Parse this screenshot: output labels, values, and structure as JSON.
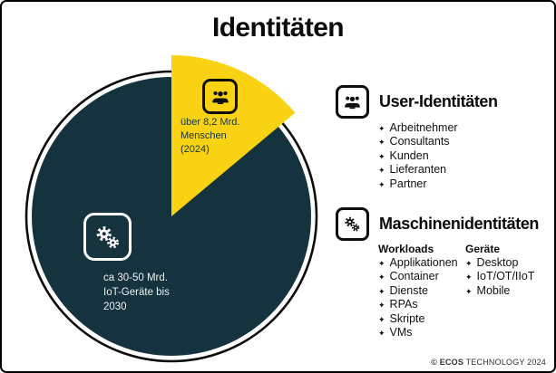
{
  "title": "Identitäten",
  "bullet": "✦",
  "chart_data": {
    "type": "pie",
    "title": "Identitäten",
    "legend_position": "right",
    "slices": [
      {
        "name": "Menschen (User-Identitäten)",
        "callout": "über 8,2 Mrd.\nMenschen\n(2024)",
        "value": 8.2,
        "unit": "Mrd.",
        "color": "#F9D313",
        "angle_deg": 50,
        "icon": "group-icon",
        "exploded": true
      },
      {
        "name": "IoT-Geräte (Maschinenidentitäten)",
        "callout": "ca 30-50 Mrd.\nIoT-Geräte bis\n2030",
        "value": 40,
        "unit": "Mrd.",
        "color": "#14333F",
        "angle_deg": 310,
        "icon": "gears-icon",
        "exploded": false
      }
    ],
    "ring_color": "#0d0d0d"
  },
  "sections": [
    {
      "icon": "group-icon",
      "title": "User-Identitäten",
      "items": [
        "Arbeitnehmer",
        "Consultants",
        "Kunden",
        "Lieferanten",
        "Partner"
      ]
    },
    {
      "icon": "gears-icon",
      "title": "Maschinenidentitäten",
      "columns": [
        {
          "header": "Workloads",
          "items": [
            "Applikationen",
            "Container",
            "Dienste",
            "RPAs",
            "Skripte",
            "VMs"
          ]
        },
        {
          "header": "Geräte",
          "items": [
            "Desktop",
            "IoT/OT/IIoT",
            "Mobile"
          ]
        }
      ]
    }
  ],
  "footer": {
    "brand": "© ECOS",
    "rest": " TECHNOLOGY 2024"
  }
}
